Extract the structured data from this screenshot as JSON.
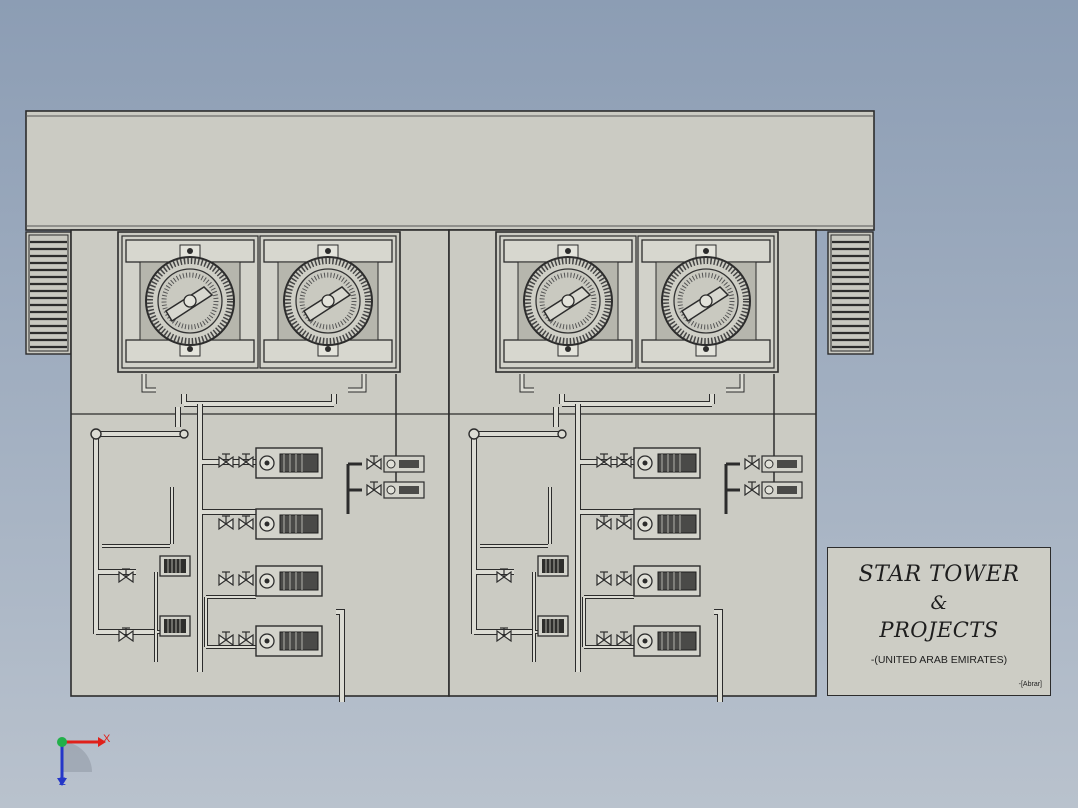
{
  "title_block": {
    "line1": "STAR TOWER",
    "line2": "&",
    "line3": "PROJECTS",
    "location": "-(UNITED ARAB EMIRATES)",
    "signature": "-[Abrar]"
  },
  "axis_triad": {
    "x_label": "X",
    "z_label": "Z",
    "x_color": "#e0201a",
    "y_color": "#22b04a",
    "z_color": "#2436c8"
  },
  "colors": {
    "panel": "#cdcdc5",
    "line": "#2c2c2c"
  }
}
